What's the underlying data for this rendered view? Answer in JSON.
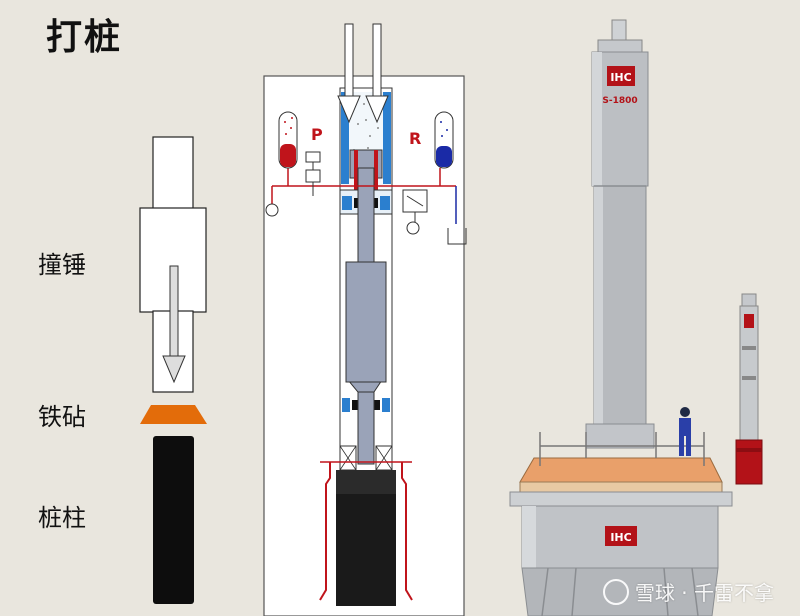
{
  "title": "打桩",
  "labels": {
    "ram": "撞锤",
    "anvil": "铁砧",
    "pile": "桩柱"
  },
  "schematic": {
    "pressure_label": "P",
    "return_label": "R"
  },
  "machine": {
    "brand": "IHC",
    "model": "S-1800",
    "small_brand": "IHC"
  },
  "watermark": "雪球 · 千雷不拿",
  "colors": {
    "background": "#e9e6de",
    "anvil": "#e36c0a",
    "pile": "#0d0d0d",
    "hydraulic_red": "#c0141b",
    "hydraulic_blue": "#1a2aa6",
    "hammer_grey": "#b9bcc0",
    "ihc_red": "#b31218"
  }
}
